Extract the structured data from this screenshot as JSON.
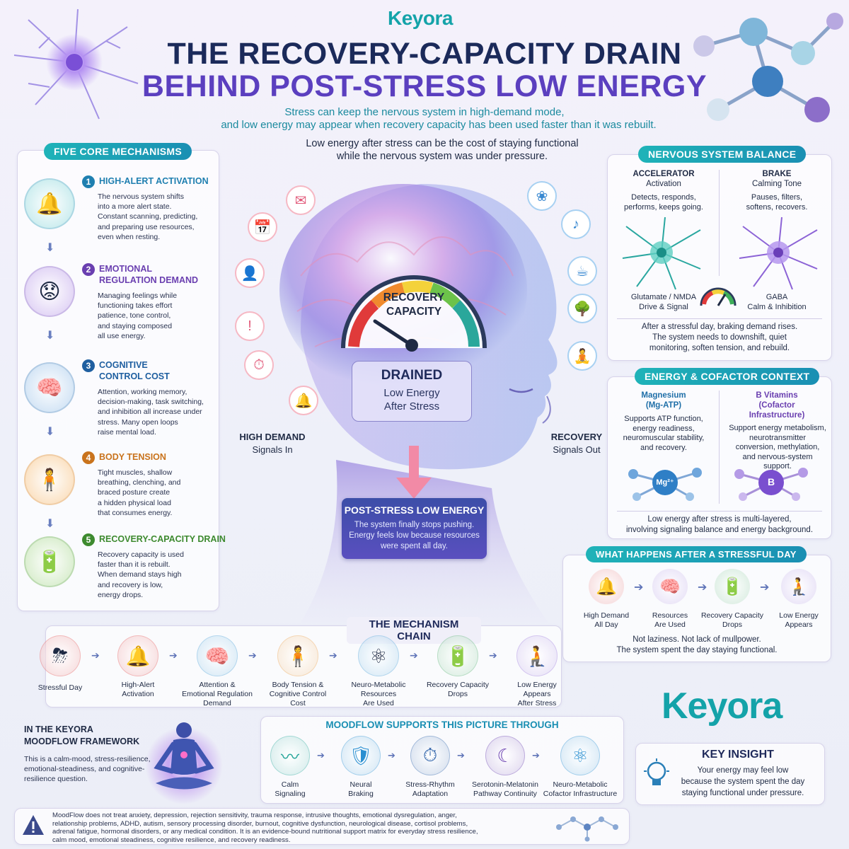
{
  "brand": {
    "name": "Keyora"
  },
  "header": {
    "title_line1": "THE RECOVERY-CAPACITY DRAIN",
    "title_line2": "BEHIND POST-STRESS LOW ENERGY",
    "subtitle_line1": "Stress can keep the nervous system in high-demand mode,",
    "subtitle_line2": "and low energy may appear when recovery capacity has been used faster than it was rebuilt.",
    "lede_line1": "Low energy after stress can be the cost of staying functional",
    "lede_line2": "while the nervous system was under pressure."
  },
  "mechanisms": {
    "heading": "FIVE CORE MECHANISMS",
    "items": [
      {
        "num": "1",
        "title": "HIGH-ALERT ACTIVATION",
        "title2": "",
        "color": "#1f7fb0",
        "icon": "bell-icon",
        "text": [
          "The nervous system shifts",
          "into a more alert state.",
          "Constant scanning, predicting,",
          "and preparing use resources,",
          "even when resting."
        ]
      },
      {
        "num": "2",
        "title": "EMOTIONAL",
        "title2": "REGULATION DEMAND",
        "color": "#6a3fb0",
        "icon": "worried-face-icon",
        "text": [
          "Managing feelings while",
          "functioning takes effort",
          "patience, tone control,",
          "and staying composed",
          "all use energy."
        ]
      },
      {
        "num": "3",
        "title": "COGNITIVE",
        "title2": "CONTROL COST",
        "color": "#1f5fa0",
        "icon": "brain-icon",
        "text": [
          "Attention, working memory,",
          "decision-making, task switching,",
          "and inhibition all increase under",
          "stress. Many open loops",
          "raise mental load."
        ]
      },
      {
        "num": "4",
        "title": "BODY TENSION",
        "title2": "",
        "color": "#c9731c",
        "icon": "body-icon",
        "text": [
          "Tight muscles, shallow",
          "breathing, clenching, and",
          "braced posture create",
          "a hidden physical load",
          "that consumes energy."
        ]
      },
      {
        "num": "5",
        "title": "RECOVERY-CAPACITY DRAIN",
        "title2": "",
        "color": "#3d8a2f",
        "icon": "battery-icon",
        "text": [
          "Recovery capacity is used",
          "faster than it is rebuilt.",
          "When demand stays high",
          "and recovery is low,",
          "energy drops."
        ]
      }
    ]
  },
  "center": {
    "gauge_line1": "RECOVERY",
    "gauge_line2": "CAPACITY",
    "drained_title": "DRAINED",
    "drained_line1": "Low Energy",
    "drained_line2": "After Stress",
    "left_label1": "HIGH DEMAND",
    "left_label2": "Signals In",
    "right_label1": "RECOVERY",
    "right_label2": "Signals Out",
    "post_title": "POST-STRESS LOW ENERGY",
    "post_line1": "The system finally stops pushing.",
    "post_line2": "Energy feels low because resources",
    "post_line3": "were spent all day."
  },
  "balance": {
    "heading": "NERVOUS SYSTEM BALANCE",
    "left_title": "ACCELERATOR",
    "left_sub": "Activation",
    "left_desc1": "Detects, responds,",
    "left_desc2": "performs, keeps going.",
    "left_chem1": "Glutamate / NMDA",
    "left_chem2": "Drive & Signal",
    "right_title": "BRAKE",
    "right_sub": "Calming Tone",
    "right_desc1": "Pauses, filters,",
    "right_desc2": "softens, recovers.",
    "right_chem1": "GABA",
    "right_chem2": "Calm & Inhibition",
    "footer1": "After a stressful day, braking demand rises.",
    "footer2": "The system needs to downshift, quiet",
    "footer3": "monitoring, soften tension, and rebuild."
  },
  "energy": {
    "heading": "ENERGY & COFACTOR CONTEXT",
    "left_title1": "Magnesium",
    "left_title2": "(Mg-ATP)",
    "left_text": [
      "Supports ATP function,",
      "energy readiness,",
      "neuromuscular stability,",
      "and recovery."
    ],
    "left_symbol": "Mg²⁺",
    "right_title1": "B Vitamins",
    "right_title2": "(Cofactor",
    "right_title3": "Infrastructure)",
    "right_text": [
      "Support energy metabolism,",
      "neurotransmitter",
      "conversion, methylation,",
      "and nervous-system",
      "support."
    ],
    "right_symbol": "B",
    "footer1": "Low energy after stress is multi-layered,",
    "footer2": "involving signaling balance and energy background."
  },
  "after": {
    "heading": "WHAT HAPPENS AFTER A STRESSFUL DAY",
    "steps": [
      {
        "l1": "High Demand",
        "l2": "All Day"
      },
      {
        "l1": "Resources",
        "l2": "Are Used"
      },
      {
        "l1": "Recovery Capacity",
        "l2": "Drops"
      },
      {
        "l1": "Low Energy",
        "l2": "Appears"
      }
    ],
    "footer1": "Not laziness. Not lack of mullpower.",
    "footer2": "The system spent the day staying functional."
  },
  "chain": {
    "heading": "THE MECHANISM CHAIN",
    "steps": [
      {
        "l1": "Stressful Day",
        "l2": "",
        "l3": ""
      },
      {
        "l1": "High-Alert",
        "l2": "Activation",
        "l3": ""
      },
      {
        "l1": "Attention &",
        "l2": "Emotional Regulation",
        "l3": "Demand"
      },
      {
        "l1": "Body Tension &",
        "l2": "Cognitive Control",
        "l3": "Cost"
      },
      {
        "l1": "Neuro-Metabolic",
        "l2": "Resources",
        "l3": "Are Used"
      },
      {
        "l1": "Recovery Capacity",
        "l2": "Drops",
        "l3": ""
      },
      {
        "l1": "Low Energy",
        "l2": "Appears",
        "l3": "After Stress"
      }
    ]
  },
  "framework": {
    "title1": "IN THE KEYORA",
    "title2": "MOODFLOW FRAMEWORK",
    "text": [
      "This is a calm-mood, stress-resilience,",
      "emotional-steadiness, and cognitive-",
      "resilience question."
    ]
  },
  "moodflow": {
    "heading": "MOODFLOW SUPPORTS THIS PICTURE THROUGH",
    "items": [
      {
        "l1": "Calm",
        "l2": "Signaling"
      },
      {
        "l1": "Neural",
        "l2": "Braking"
      },
      {
        "l1": "Stress-Rhythm",
        "l2": "Adaptation"
      },
      {
        "l1": "Serotonin-Melatonin",
        "l2": "Pathway Continuity"
      },
      {
        "l1": "Neuro-Metabolic",
        "l2": "Cofactor Infrastructure"
      }
    ]
  },
  "insight": {
    "heading": "KEY INSIGHT",
    "line1": "Your energy may feel low",
    "line2": "because the system spent the day",
    "line3": "staying functional under pressure."
  },
  "disclaimer": {
    "lines": [
      "MoodFlow does not treat anxiety, depression, rejection sensitivity, trauma response, intrusive thoughts, emotional dysregulation, anger,",
      "relationship problems, ADHD, autism, sensory processing disorder, burnout, cognitive dysfunction, neurological disease, cortisol problems,",
      "adrenal fatigue, hormonal disorders, or any medical condition. It is an evidence-bound nutritional support matrix for everyday stress resilience,",
      "calm mood, emotional steadiness, cognitive resilience, and recovery readiness."
    ]
  }
}
